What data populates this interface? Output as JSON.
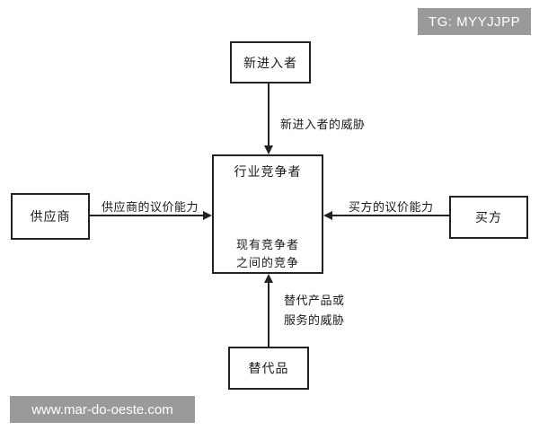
{
  "watermarks": {
    "top_right": "TG: MYYJJPP",
    "bottom_left": "www.mar-do-oeste.com"
  },
  "nodes": {
    "top": "新进入者",
    "left": "供应商",
    "right": "买方",
    "bottom": "替代品",
    "center_title": "行业竞争者",
    "center_sub_line1": "现有竞争者",
    "center_sub_line2": "之间的竞争"
  },
  "edges": {
    "top": "新进入者的威胁",
    "left": "供应商的议价能力",
    "right": "买方的议价能力",
    "bottom_line1": "替代产品或",
    "bottom_line2": "服务的威胁"
  }
}
